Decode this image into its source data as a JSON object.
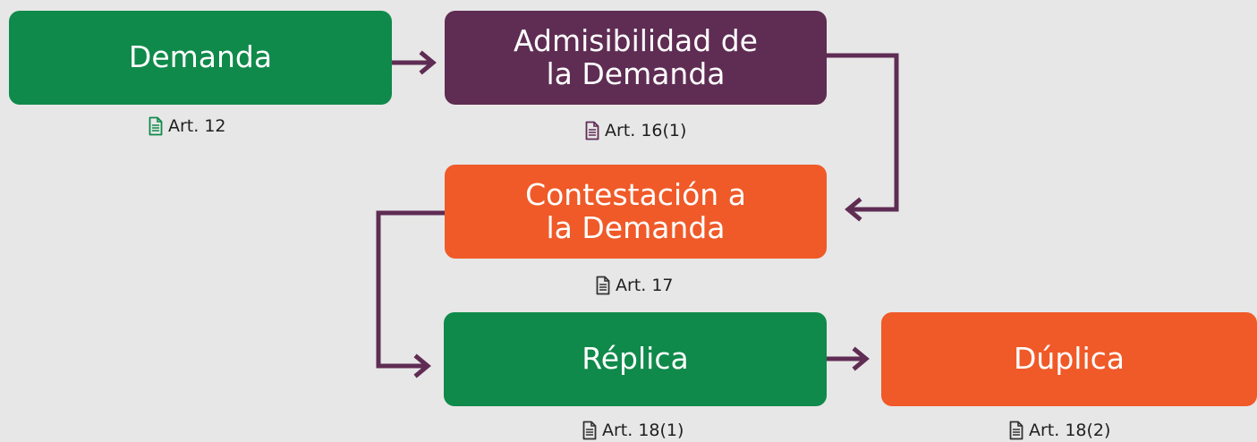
{
  "nodes": {
    "demanda": {
      "label": "Demanda",
      "ref": "Art. 12",
      "color": "#0f8a4a"
    },
    "admisibilidad": {
      "label": "Admisibilidad de\nla Demanda",
      "ref": "Art. 16(1)",
      "color": "#5f2c53"
    },
    "contestacion": {
      "label": "Contestación a\nla Demanda",
      "ref": "Art. 17",
      "color": "#f05a28"
    },
    "replica": {
      "label": "Réplica",
      "ref": "Art. 18(1)",
      "color": "#0f8a4a"
    },
    "duplica": {
      "label": "Dúplica",
      "ref": "Art. 18(2)",
      "color": "#f05a28"
    }
  },
  "connector_color": "#5f2c53",
  "icons": {
    "document": "document-icon",
    "arrow": "arrow-head-icon"
  }
}
